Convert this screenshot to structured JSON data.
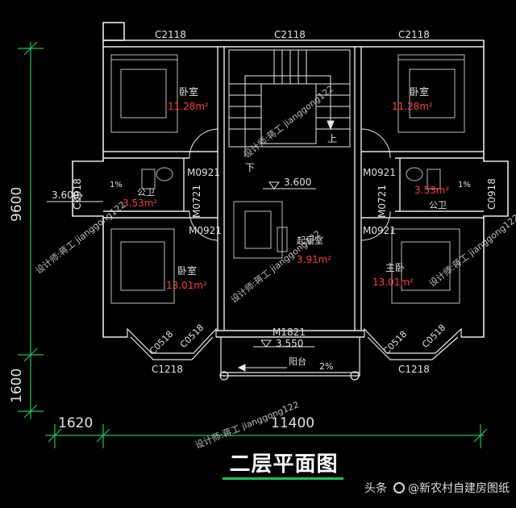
{
  "drawing": {
    "title": "二层平面图",
    "watermarks": [
      "设计师:蒋工 jianggong122"
    ],
    "dimensions": {
      "vertical_main": "9600",
      "vertical_lower": "1600",
      "horizontal_left": "1620",
      "horizontal_main": "11400"
    },
    "windows": {
      "top_left": "C2118",
      "top_center": "C2118",
      "top_right": "C2118",
      "side_left": "C0918",
      "side_right": "C0918",
      "bay_left_a": "C0518",
      "bay_left_b": "C0518",
      "bay_right_a": "C0518",
      "bay_right_b": "C0518",
      "bottom_left": "C1218",
      "bottom_right": "C1218"
    },
    "doors": {
      "m0921_ul": "M0921",
      "m0921_ur": "M0921",
      "m0721_l": "M0721",
      "m0721_r": "M0721",
      "m0921_ll": "M0921",
      "m0921_lr": "M0921",
      "m1821": "M1821"
    },
    "rooms": {
      "bedroom_ul": {
        "name": "卧室",
        "area": "11.28m²"
      },
      "bedroom_ur": {
        "name": "卧室",
        "area": "11.28m²"
      },
      "bath_l": {
        "name": "公卫",
        "area": "3.53m²"
      },
      "bath_r": {
        "name": "公卫",
        "area": "3.53m²"
      },
      "bedroom_ll": {
        "name": "卧室",
        "area": "13.01m²"
      },
      "master": {
        "name": "主卧",
        "area": "13.01m²"
      },
      "living": {
        "name": "起居室",
        "area": "3.91m²"
      },
      "balcony": {
        "name": "阳台",
        "slope": "2%"
      }
    },
    "elevations": {
      "left": "3.600",
      "center": "3.600",
      "balcony": "3.550"
    },
    "slopes": {
      "bath_l": "1%",
      "bath_r": "1%"
    },
    "stair": {
      "up": "上",
      "down": "下"
    }
  },
  "footer": {
    "source_label": "头条",
    "source_handle": "@新农村自建房图纸"
  },
  "colors": {
    "wall": "#e8e8e8",
    "dim": "#19c35a",
    "text": "#e0e0e0",
    "area": "#ff3b3b",
    "furniture": "#bdbdbd",
    "title_underline": "#19c35a"
  }
}
